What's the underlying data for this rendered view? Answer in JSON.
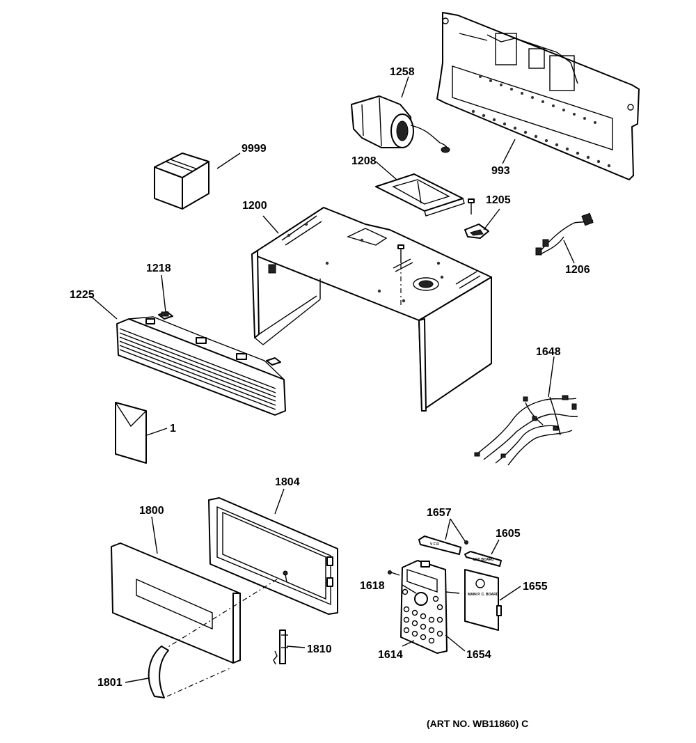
{
  "labels": {
    "p1": "1",
    "p993": "993",
    "p1200": "1200",
    "p1205": "1205",
    "p1206": "1206",
    "p1208": "1208",
    "p1218": "1218",
    "p1225": "1225",
    "p1258": "1258",
    "p1605": "1605",
    "p1614": "1614",
    "p1618": "1618",
    "p1648": "1648",
    "p1654": "1654",
    "p1655": "1655",
    "p1657": "1657",
    "p1800": "1800",
    "p1801": "1801",
    "p1804": "1804",
    "p1810": "1810",
    "p9999": "9999"
  },
  "board_text": {
    "vfd": "V F D",
    "led": "LED BOARD",
    "main": "MAIN P. C. BOARD"
  },
  "art_number": "(ART NO. WB11860) C"
}
